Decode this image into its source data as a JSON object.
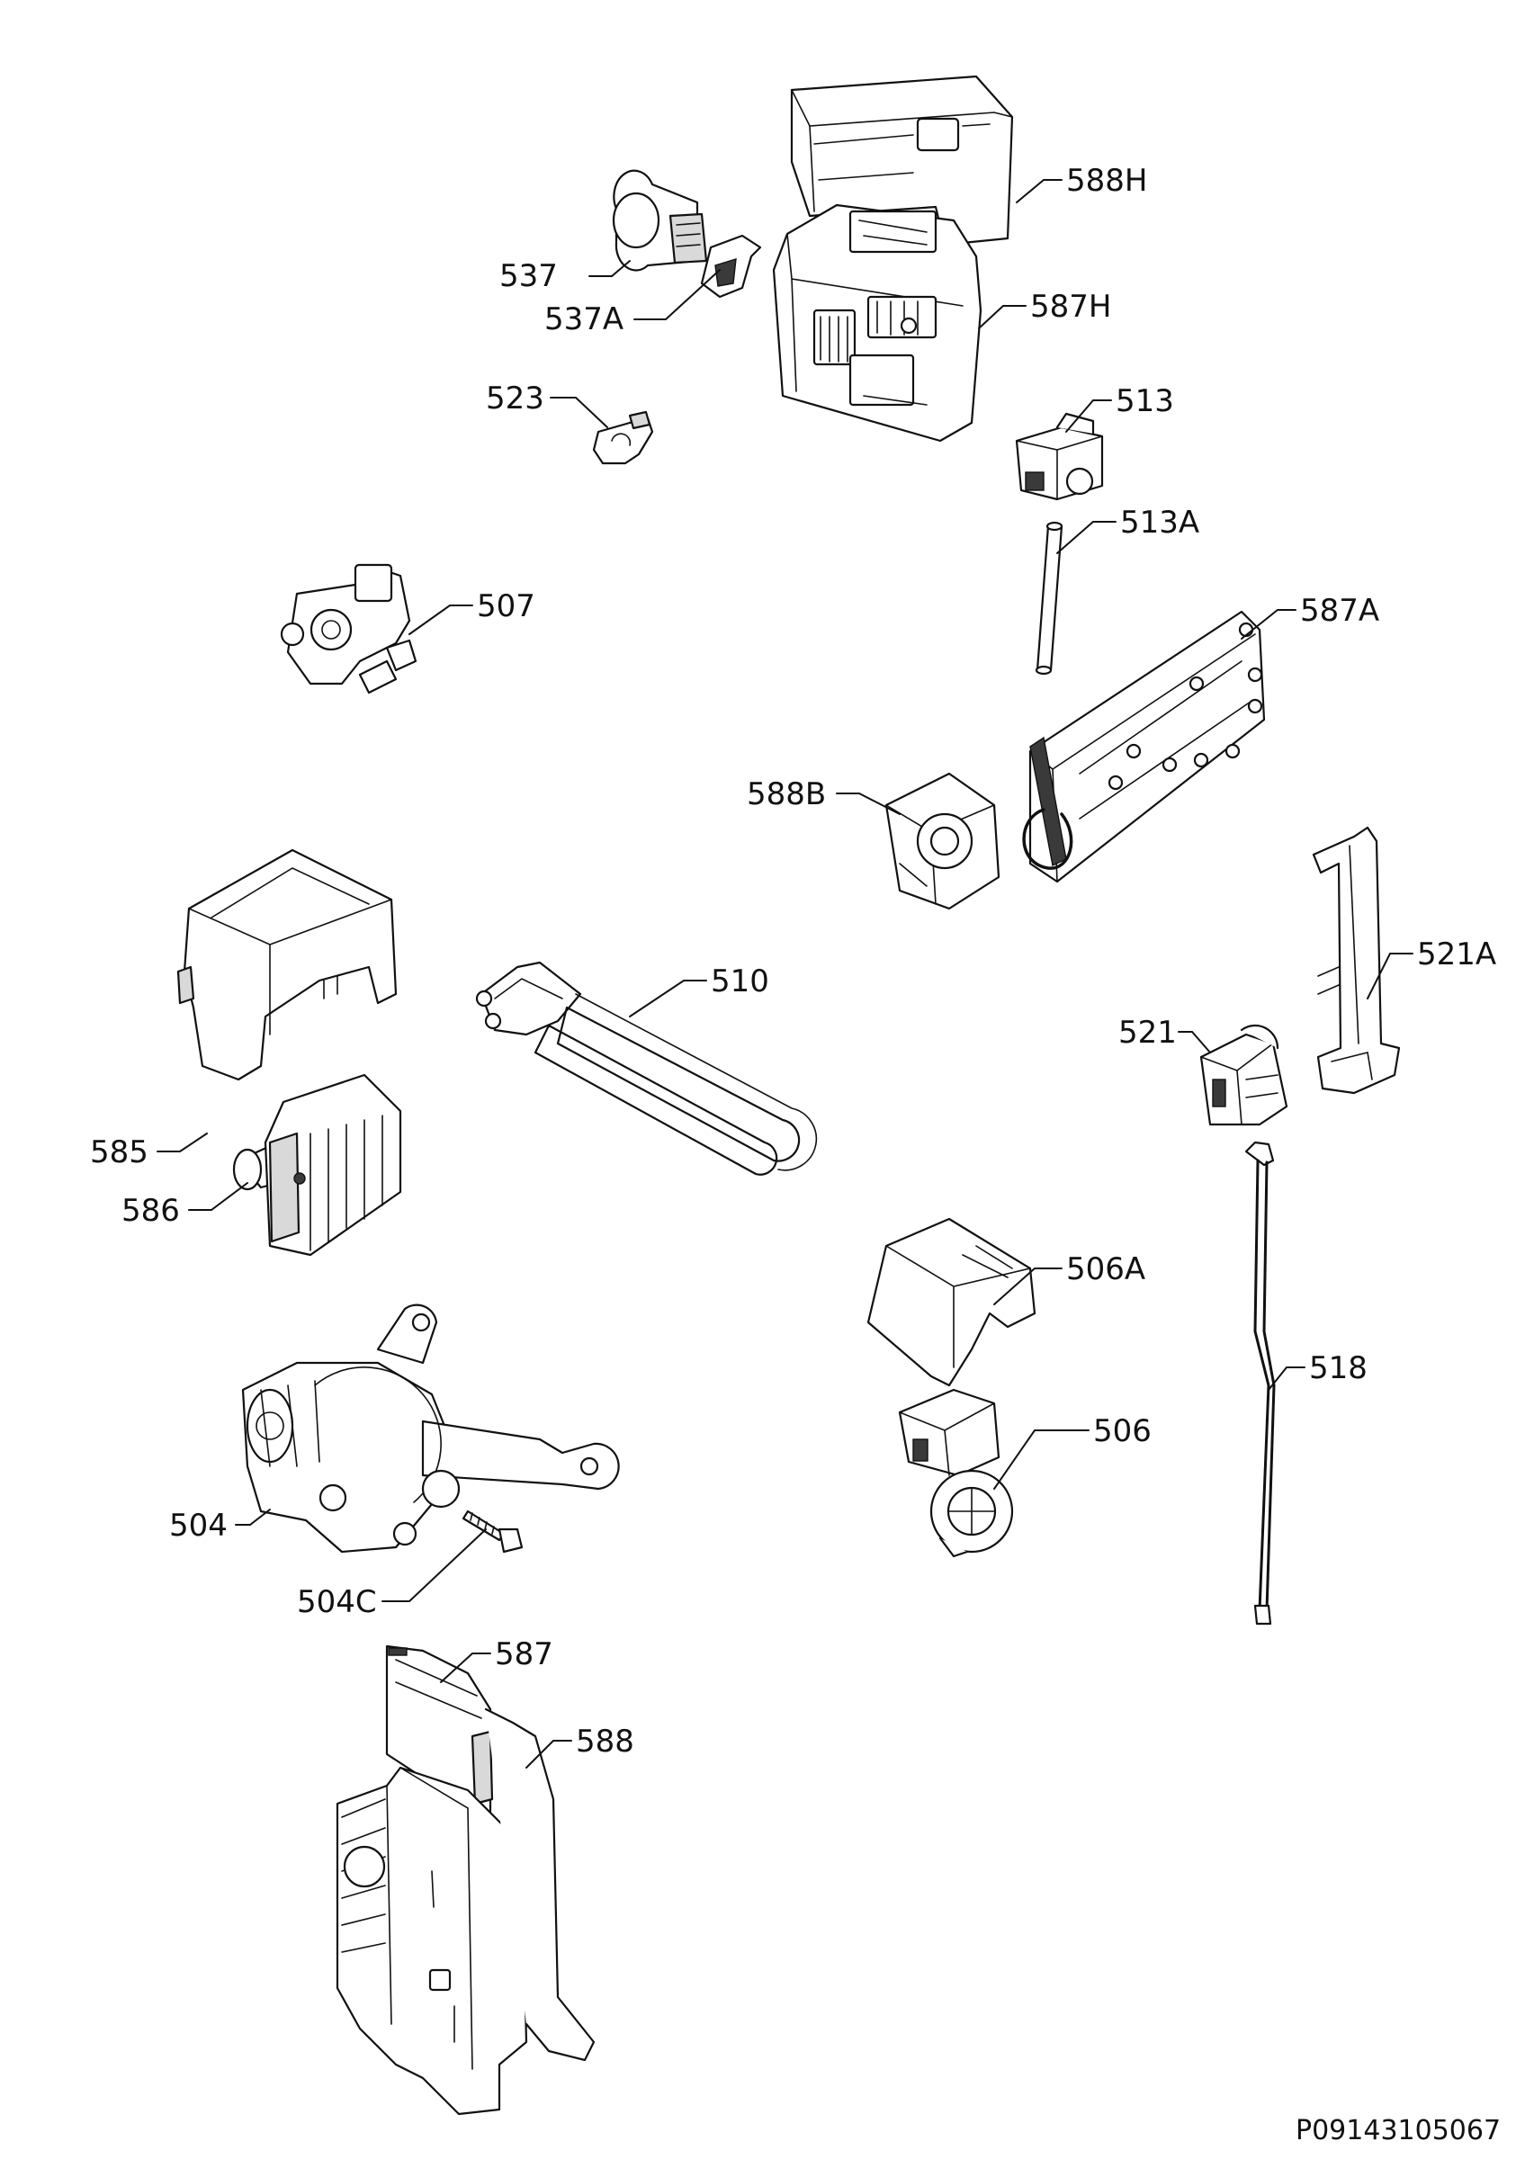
{
  "diagram": {
    "document_code": "P09143105067",
    "labels": [
      "588H",
      "537",
      "537A",
      "587H",
      "523",
      "513",
      "513A",
      "507",
      "587A",
      "588B",
      "521A",
      "510",
      "521",
      "585",
      "586",
      "506A",
      "518",
      "506",
      "504",
      "504C",
      "587",
      "588"
    ]
  }
}
